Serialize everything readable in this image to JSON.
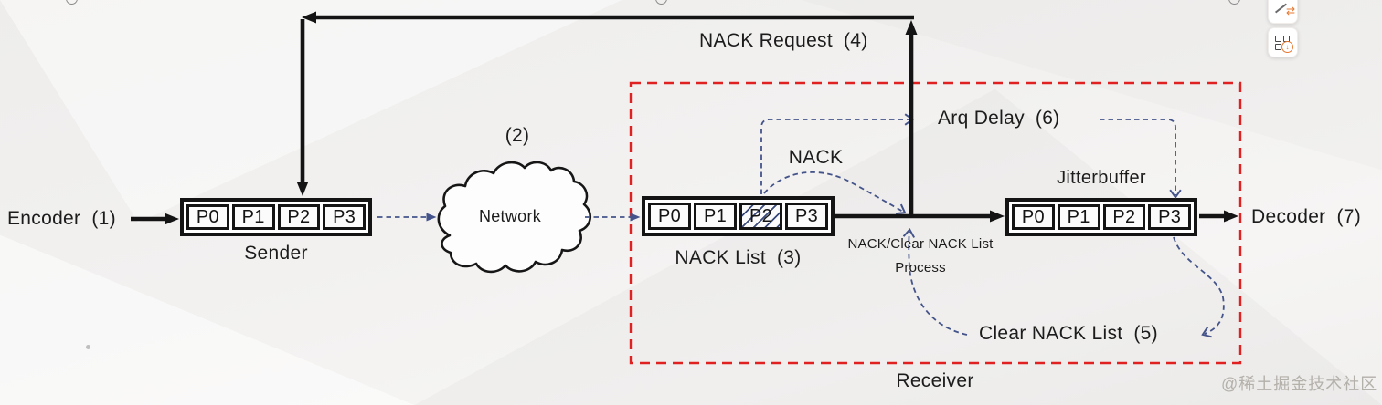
{
  "flow": {
    "encoder": {
      "label": "Encoder",
      "step": "(1)"
    },
    "sender": {
      "label": "Sender",
      "cells": [
        "P0",
        "P1",
        "P2",
        "P3"
      ]
    },
    "network": {
      "label": "Network",
      "step": "(2)"
    },
    "nack_request": {
      "label": "NACK Request",
      "step": "(4)"
    },
    "nack_list": {
      "label": "NACK List",
      "step": "(3)",
      "cells": [
        "P0",
        "P1",
        "P2",
        "P3"
      ],
      "hatched_cell": "P2"
    },
    "nack": {
      "label": "NACK"
    },
    "process": {
      "line1": "NACK/Clear NACK List",
      "line2": "Process"
    },
    "arq_delay": {
      "label": "Arq Delay",
      "step": "(6)"
    },
    "jitterbuffer": {
      "label": "Jitterbuffer",
      "cells": [
        "P0",
        "P1",
        "P2",
        "P3"
      ]
    },
    "decoder": {
      "label": "Decoder",
      "step": "(7)"
    },
    "clear_nack_list": {
      "label": "Clear NACK List",
      "step": "(5)"
    },
    "receiver": {
      "label": "Receiver"
    }
  },
  "watermark": "@稀土掘金技术社区",
  "toolbar": {
    "buttons": [
      {
        "icon": "swap-arrows-icon",
        "arrows_glyph": "⇄"
      },
      {
        "icon": "widgets-download-icon",
        "arrow_glyph": "↓"
      }
    ]
  },
  "colors": {
    "thick_line": "#141414",
    "receiver_border": "#e02121",
    "dashed_blue": "#44548a",
    "hatch_blue": "#39497c",
    "accent_orange": "#e8772e",
    "watermark_gray": "#b4b0aa"
  }
}
